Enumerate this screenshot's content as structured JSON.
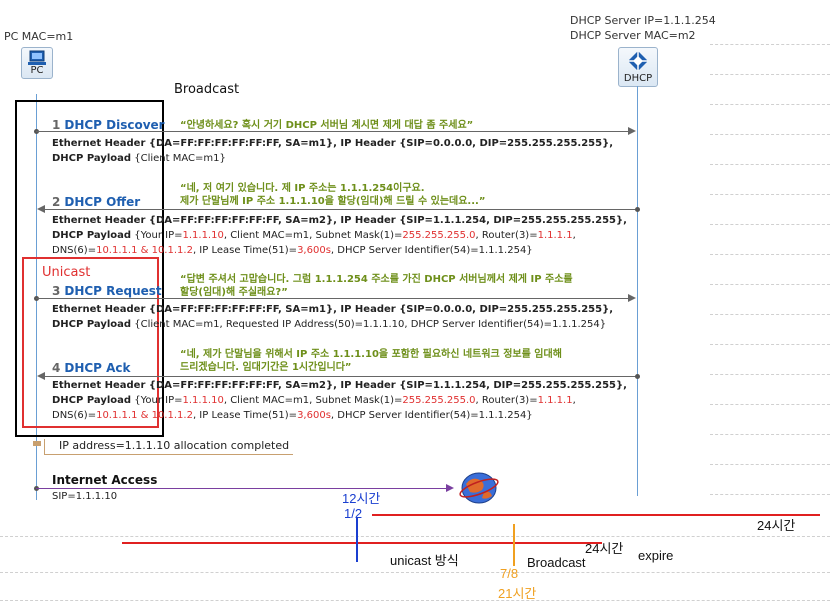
{
  "pc": {
    "mac_label": "PC MAC=m1",
    "box_label": "PC"
  },
  "server": {
    "ip_label": "DHCP Server IP=1.1.1.254",
    "mac_label": "DHCP Server MAC=m2",
    "box_label": "DHCP"
  },
  "broadcast_title": "Broadcast",
  "unicast_title": "Unicast",
  "messages": [
    {
      "num": "1",
      "name": "DHCP Discover",
      "quote": [
        "“안녕하세요? 혹시 거기 DHCP 서버님 계시면 제게 대답 좀 주세요”"
      ]
    },
    {
      "num": "2",
      "name": "DHCP Offer",
      "quote": [
        "“네, 저 여기 있습니다. 제 IP 주소는 1.1.1.254이구요.",
        "제가 단말님께 IP 주소 1.1.1.10을 할당(임대)해 드릴 수 있는데요...”"
      ]
    },
    {
      "num": "3",
      "name": "DHCP Request",
      "quote": [
        "“답변 주셔서 고맙습니다. 그럼 1.1.1.254 주소를 가진 DHCP 서버님께서 제게 IP 주소를",
        "할당(임대)해 주실래요?”"
      ]
    },
    {
      "num": "4",
      "name": "DHCP Ack",
      "quote": [
        "“네, 제가 단말님을 위해서 IP 주소 1.1.1.10을 포함한 필요하신 네트워크 정보를 임대해",
        "드리겠습니다. 임대기간은 1시간입니다”"
      ]
    }
  ],
  "details": {
    "m1_eth": "Ethernet Header {DA=FF:FF:FF:FF:FF:FF, SA=m1}, IP Header {SIP=0.0.0.0, DIP=255.255.255.255},",
    "m1_payload_key": "DHCP Payload",
    "m1_payload": " {Client MAC=m1}",
    "m2_eth": "Ethernet Header {DA=FF:FF:FF:FF:FF:FF, SA=m2}, IP Header {SIP=1.1.1.254, DIP=255.255.255.255},",
    "m2_payload_key": "DHCP Payload",
    "m2_payload_a": " {Your IP=",
    "m2_your_ip": "1.1.1.10",
    "m2_payload_b": ", Client MAC=m1, Subnet Mask(1)=",
    "m2_mask": "255.255.255.0",
    "m2_payload_c": ", Router(3)=",
    "m2_router": "1.1.1.1",
    "m2_payload_d": ",",
    "m2_dns_a": "DNS(6)=",
    "m2_dns": "10.1.1.1 & 10.1.1.2",
    "m2_lease_a": ", IP Lease Time(51)=",
    "m2_lease": "3,600s",
    "m2_lease_b": ", DHCP Server Identifier(54)=1.1.1.254}",
    "m3_eth": "Ethernet Header {DA=FF:FF:FF:FF:FF:FF, SA=m1}, IP Header {SIP=0.0.0.0, DIP=255.255.255.255},",
    "m3_payload_key": "DHCP Payload",
    "m3_payload": " {Client MAC=m1, Requested IP Address(50)=1.1.1.10, DHCP Server Identifier(54)=1.1.1.254}",
    "m4_eth": "Ethernet Header {DA=FF:FF:FF:FF:FF:FF, SA=m2}, IP Header {SIP=1.1.1.254, DIP=255.255.255.255},",
    "m4_payload_key": "DHCP Payload",
    "m4_payload_a": " {Your IP=",
    "m4_your_ip": "1.1.1.10",
    "m4_payload_b": ", Client MAC=m1, Subnet Mask(1)=",
    "m4_mask": "255.255.255.0",
    "m4_payload_c": ", Router(3)=",
    "m4_router": "1.1.1.1",
    "m4_payload_d": ",",
    "m4_dns_a": "DNS(6)=",
    "m4_dns": "10.1.1.1 & 10.1.1.2",
    "m4_lease_a": ", IP Lease Time(51)=",
    "m4_lease": "3,600s",
    "m4_lease_b": ", DHCP Server Identifier(54)=1.1.1.254}"
  },
  "allocation_note": "IP address=1.1.1.10 allocation completed",
  "internet": {
    "title": "Internet Access",
    "sip": "SIP=1.1.1.10"
  },
  "timeline": {
    "t12": "12시간",
    "half": "1/2",
    "t24_right": "24시간",
    "t24_mid": "24시간",
    "expire": "expire",
    "unicast_method": "unicast 방식",
    "broadcast": "Broadcast",
    "seven_eighths": "7/8",
    "t21": "21시간"
  },
  "colors": {
    "accent_blue": "#1f5fb0",
    "quote_green": "#6e8f1a",
    "red": "#e03030",
    "orange": "#f0a020",
    "purple": "#7a3fa0"
  }
}
